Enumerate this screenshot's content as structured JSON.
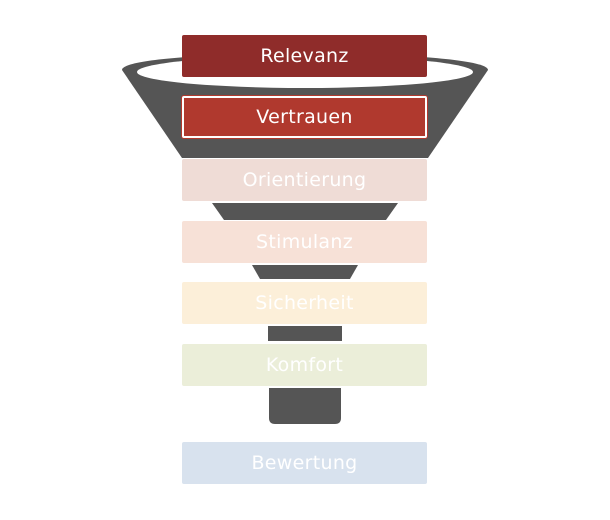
{
  "funnel": {
    "funnel_color": "#555555",
    "stages": [
      {
        "label": "Relevanz",
        "bg": "#8f2c2a",
        "text_color": "#ffffff"
      },
      {
        "label": "Vertrauen",
        "bg": "#b0392e",
        "text_color": "#ffffff"
      },
      {
        "label": "Orientierung",
        "bg": "#efdcd6",
        "text_color": "#ffffff"
      },
      {
        "label": "Stimulanz",
        "bg": "#f7e1d7",
        "text_color": "#ffffff"
      },
      {
        "label": "Sicherheit",
        "bg": "#fcefd9",
        "text_color": "#ffffff"
      },
      {
        "label": "Komfort",
        "bg": "#ebeed9",
        "text_color": "#ffffff"
      },
      {
        "label": "Bewertung",
        "bg": "#d8e2ee",
        "text_color": "#ffffff"
      }
    ]
  }
}
